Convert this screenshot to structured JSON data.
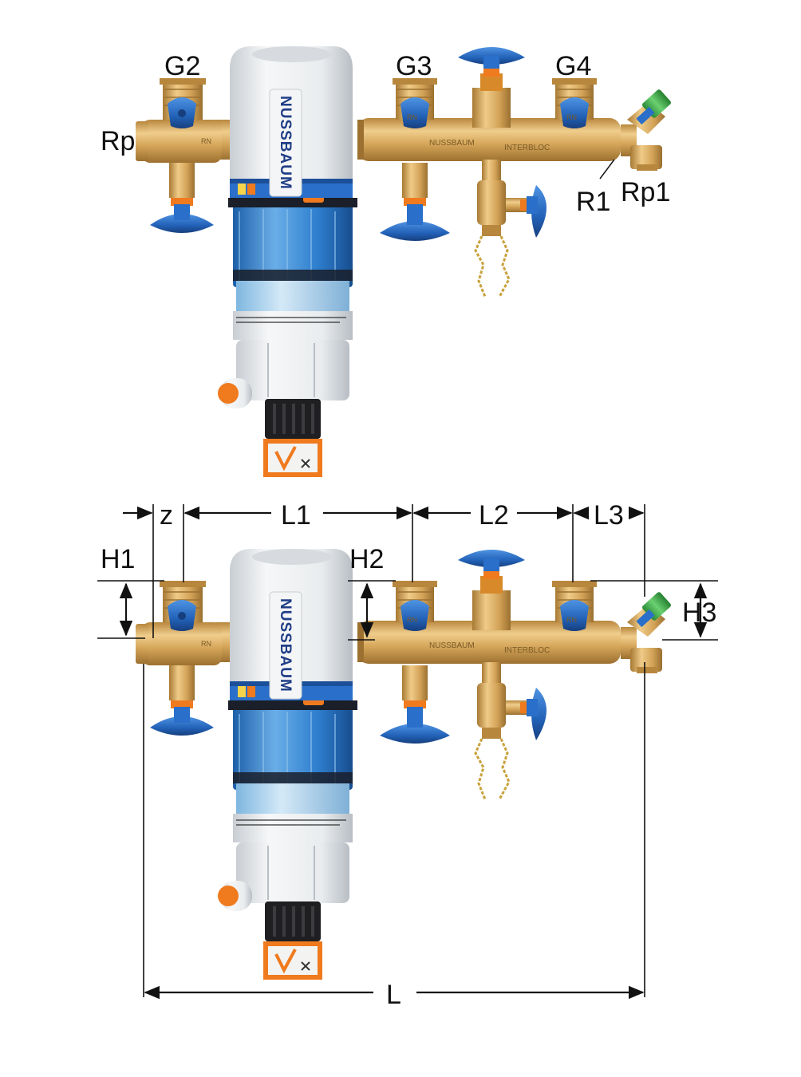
{
  "top_view": {
    "labels": {
      "g2": "G2",
      "g3": "G3",
      "g4": "G4",
      "rp": "Rp",
      "r1": "R1",
      "rp1": "Rp1"
    }
  },
  "dimension_view": {
    "labels": {
      "z": "z",
      "l1": "L1",
      "l2": "L2",
      "l3": "L3",
      "h1": "H1",
      "h2": "H2",
      "h3": "H3",
      "l": "L"
    }
  },
  "product": {
    "brand_text": "NUSSBAUM",
    "manifold_text_1": "NUSSBAUM",
    "manifold_text_2": "INTERBLOC",
    "valve_marking": "RN"
  },
  "colors": {
    "brass": "#d7a95f",
    "brass_dark": "#a87a34",
    "handle_blue": "#2a6fc9",
    "accent_orange": "#f07a1e",
    "bowl_blue": "#2c7fd0",
    "housing_white": "#eef0f1",
    "check_green": "#3cb44a"
  }
}
